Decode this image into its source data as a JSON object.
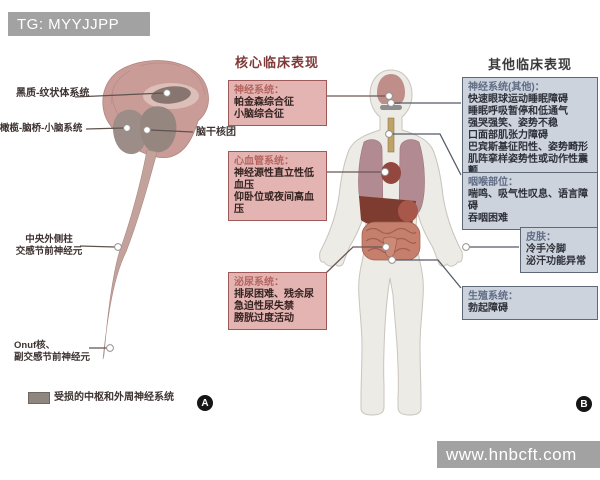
{
  "watermarks": {
    "top": "TG: MYYJJPP",
    "bottom": "www.hnbcft.com"
  },
  "panel_a": {
    "marker": "A",
    "labels": {
      "nigrostriatal": "黑质-纹状体系统",
      "olivopontocerebellar": "橄榄-脑桥-小脑系统",
      "brainstem_nuclei": "脑干核团",
      "intermediolateral": "中央外侧柱\n交感节前神经元",
      "onuf": "Onuf核、\n副交感节前神经元",
      "legend": "受损的中枢和外周神经系统"
    }
  },
  "core_column": {
    "header": "核心临床表现",
    "boxes": [
      {
        "title": "神经系统：",
        "lines": [
          "帕金森综合征",
          "小脑综合征"
        ]
      },
      {
        "title": "心血管系统：",
        "lines": [
          "神经源性直立性低血压",
          "仰卧位或夜间高血压"
        ]
      },
      {
        "title": "泌尿系统：",
        "lines": [
          "排尿困难、残余尿",
          "急迫性尿失禁",
          "膀胱过度活动"
        ]
      }
    ]
  },
  "other_column": {
    "header": "其他临床表现",
    "boxes": [
      {
        "title": "神经系统(其他)：",
        "lines": [
          "快速眼球运动睡眠障碍",
          "睡眠呼吸暂停和低通气",
          "强哭强笑、姿势不稳",
          "口面部肌张力障碍",
          "巴宾斯基征阳性、姿势畸形",
          "肌阵挛样姿势性或动作性震颤"
        ]
      },
      {
        "title": "咽喉部位：",
        "lines": [
          "喘鸣、吸气性叹息、语言障碍",
          "吞咽困难"
        ]
      },
      {
        "title": "皮肤：",
        "lines": [
          "冷手冷脚",
          "泌汗功能异常"
        ]
      },
      {
        "title": "生殖系统：",
        "lines": [
          "勃起障碍"
        ]
      }
    ]
  },
  "panel_b": {
    "marker": "B"
  },
  "colors": {
    "core_box_fill": "#e3b4b2",
    "core_box_border": "#9e5a58",
    "core_title": "#b4645f",
    "core_header": "#7e3a38",
    "other_box_fill": "#ccd3dd",
    "other_box_border": "#5f6877",
    "other_title": "#5f6c85",
    "other_header": "#3a3a3a",
    "watermark_bg": "#a2a2a2",
    "legend_swatch": "#8f8680"
  }
}
